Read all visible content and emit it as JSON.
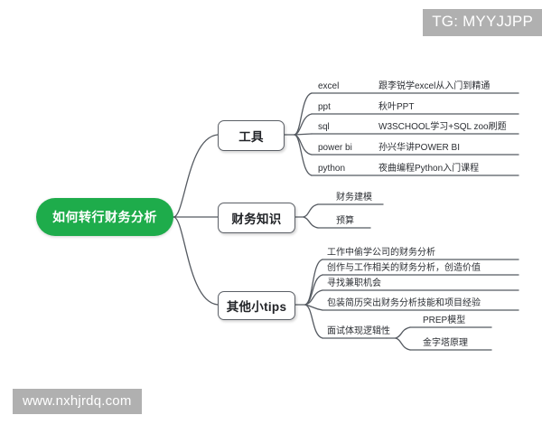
{
  "page": {
    "background": "#ffffff",
    "accent_green": "#1eac4b",
    "line_color": "#555a61"
  },
  "watermarks": {
    "top_right": "TG: MYYJJPP",
    "bottom_left": "www.nxhjrdq.com"
  },
  "mindmap": {
    "root": "如何转行财务分析",
    "branches": [
      {
        "label": "工具",
        "items": [
          {
            "key": "excel",
            "value": "跟李锐学excel从入门到精通"
          },
          {
            "key": "ppt",
            "value": "秋叶PPT"
          },
          {
            "key": "sql",
            "value": "W3SCHOOL学习+SQL zoo刷题"
          },
          {
            "key": "power bi",
            "value": "孙兴华讲POWER BI"
          },
          {
            "key": "python",
            "value": "夜曲编程Python入门课程"
          }
        ]
      },
      {
        "label": "财务知识",
        "items": [
          {
            "key": "财务建模",
            "value": ""
          },
          {
            "key": "预算",
            "value": ""
          }
        ]
      },
      {
        "label": "其他小tips",
        "items": [
          {
            "key": "工作中偷学公司的财务分析",
            "value": ""
          },
          {
            "key": "创作与工作相关的财务分析，创造价值",
            "value": ""
          },
          {
            "key": "寻找兼职机会",
            "value": ""
          },
          {
            "key": "包装简历突出财务分析技能和项目经验",
            "value": ""
          },
          {
            "key": "面试体现逻辑性",
            "value": ""
          }
        ],
        "sub": {
          "parent": "面试体现逻辑性",
          "items": [
            {
              "key": "PREP模型",
              "value": ""
            },
            {
              "key": "金字塔原理",
              "value": ""
            }
          ]
        }
      }
    ]
  }
}
